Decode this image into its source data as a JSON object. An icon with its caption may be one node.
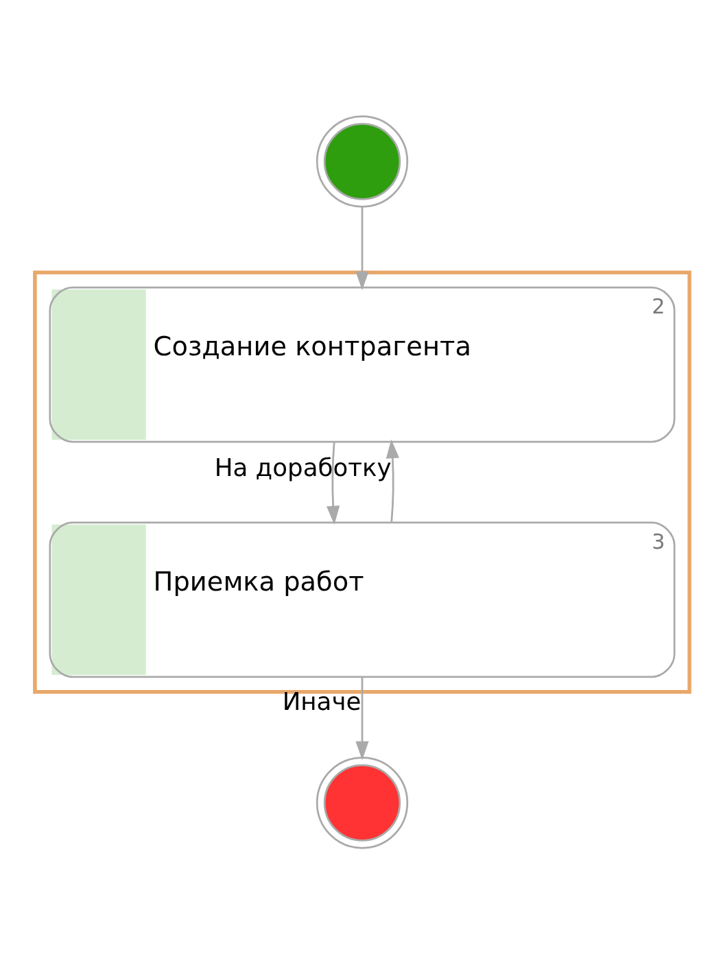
{
  "diagram": {
    "nodes": [
      {
        "text": [],
        "shape": "circle"
      },
      {
        "text": [],
        "shape": "box"
      },
      {
        "text": [
          "Создание контрагента",
          "2"
        ],
        "in": 1
      },
      {
        "text": [
          "Приемка работ",
          "3"
        ],
        "in": 1
      },
      {
        "text": [],
        "shape": "circle"
      }
    ],
    "edges": [
      {
        "from": 0,
        "to": 2,
        "arrow": "to"
      },
      {
        "from": 2,
        "to": 3,
        "arrow": "to"
      },
      {
        "from": 3,
        "to": 2,
        "arrow": "to",
        "label": "На доработку"
      },
      {
        "from": 3,
        "to": 4,
        "arrow": "to",
        "label": "Иначе"
      }
    ]
  }
}
